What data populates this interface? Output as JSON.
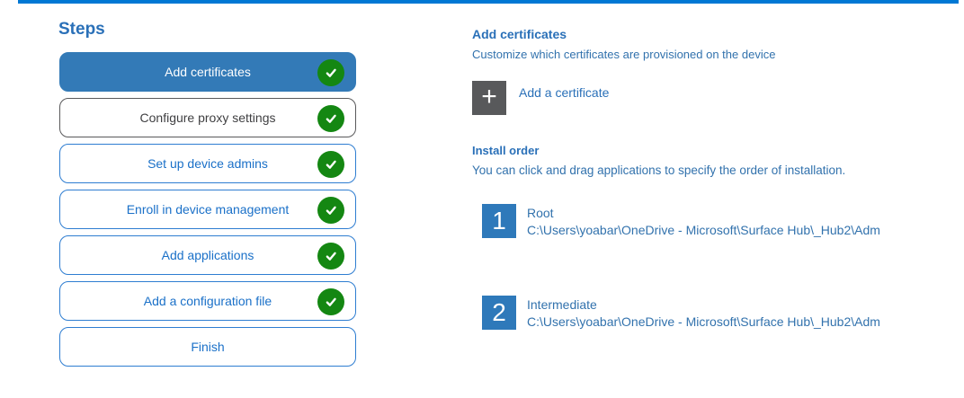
{
  "colors": {
    "top_bar": "#0078d4",
    "selected_step_bg": "#337ab7",
    "step_outline_blue": "#2e7dd1",
    "step_text_blue": "#1a70c8",
    "check_green": "#148712",
    "heading_blue": "#2a70b8",
    "body_blue": "#3272ad",
    "order_badge_blue": "#2e79ba",
    "add_tile_gray": "#58595b"
  },
  "steps": {
    "title": "Steps",
    "items": [
      {
        "label": "Add certificates",
        "state": "selected",
        "checked": true
      },
      {
        "label": "Configure proxy settings",
        "state": "highlighted",
        "checked": true
      },
      {
        "label": "Set up device admins",
        "state": "normal",
        "checked": true
      },
      {
        "label": "Enroll in device management",
        "state": "normal",
        "checked": true
      },
      {
        "label": "Add applications",
        "state": "normal",
        "checked": true
      },
      {
        "label": "Add a configuration file",
        "state": "normal",
        "checked": true
      },
      {
        "label": "Finish",
        "state": "normal",
        "checked": false
      }
    ]
  },
  "content": {
    "title": "Add certificates",
    "subtitle": "Customize which certificates are provisioned on the device",
    "add_certificate": {
      "icon": "plus-icon",
      "plus_glyph": "+",
      "label": "Add a certificate"
    },
    "install_order": {
      "title": "Install order",
      "hint": "You can click and drag applications to specify the order of installation.",
      "items": [
        {
          "order": "1",
          "name": "Root",
          "path": "C:\\Users\\yoabar\\OneDrive - Microsoft\\Surface Hub\\_Hub2\\Adm"
        },
        {
          "order": "2",
          "name": "Intermediate",
          "path": "C:\\Users\\yoabar\\OneDrive - Microsoft\\Surface Hub\\_Hub2\\Adm"
        }
      ]
    }
  }
}
